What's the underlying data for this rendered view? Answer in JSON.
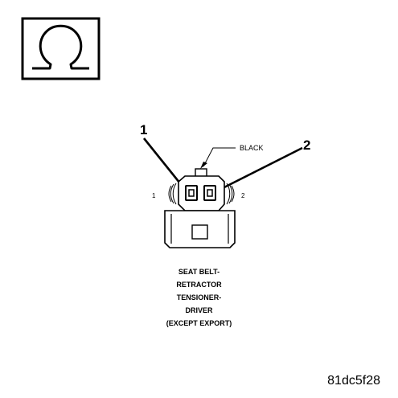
{
  "symbol_icon": "omega-resistance-icon",
  "callouts": [
    "1",
    "2"
  ],
  "wire_color_label": "BLACK",
  "pin_labels": [
    "1",
    "2"
  ],
  "connector_caption": [
    "SEAT BELT-",
    "RETRACTOR",
    "TENSIONER-",
    "DRIVER",
    "(EXCEPT EXPORT)"
  ],
  "figure_id": "81dc5f28"
}
